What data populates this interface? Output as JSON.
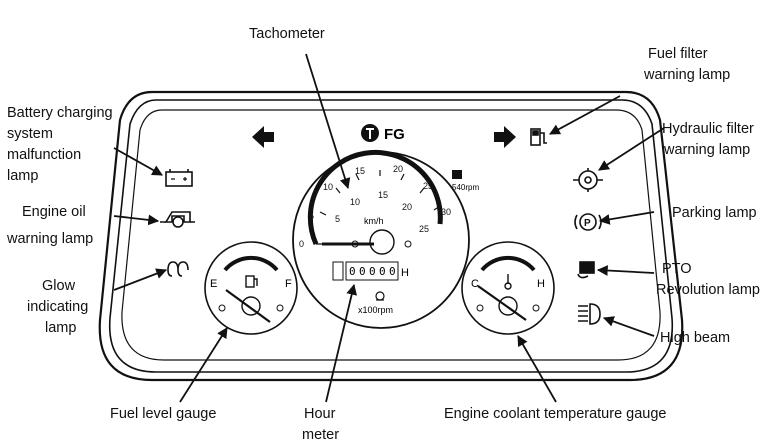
{
  "labels": {
    "tachometer": "Tachometer",
    "fuel_filter": [
      "Fuel filter",
      "warning lamp"
    ],
    "battery": [
      "Battery charging",
      "system",
      "malfunction",
      "lamp"
    ],
    "hydraulic_filter": [
      "Hydraulic filter",
      "warning lamp"
    ],
    "engine_oil": [
      "Engine oil",
      "warning lamp"
    ],
    "parking": "Parking lamp",
    "glow": [
      "Glow",
      "indicating",
      "lamp"
    ],
    "pto": [
      "PTO",
      "Revolution lamp"
    ],
    "high_beam": "High beam",
    "fuel_level": "Fuel level gauge",
    "hour_meter": [
      "Hour",
      "meter"
    ],
    "coolant": "Engine coolant temperature gauge"
  },
  "dial": {
    "brand": "FG",
    "outer_scale": [
      "0",
      "5",
      "10",
      "15",
      "20",
      "25",
      "30"
    ],
    "inner_scale": [
      "5",
      "10",
      "15",
      "20",
      "25"
    ],
    "speed_unit": "km/h",
    "pto_speed": "540rpm",
    "rpm_unit": "x100rpm",
    "hour_digits": [
      "0",
      "0",
      "0",
      "0",
      "0"
    ],
    "hour_unit": "H"
  },
  "fuel_gauge": {
    "empty": "E",
    "full": "F"
  },
  "temp_gauge": {
    "cold": "C",
    "hot": "H"
  },
  "icons": [
    "left-turn-arrow",
    "right-turn-arrow",
    "fuel-filter",
    "battery",
    "hydraulic-filter",
    "engine-oil",
    "parking-brake",
    "glow-plug",
    "pto",
    "high-beam",
    "fuel-pump",
    "thermometer"
  ]
}
